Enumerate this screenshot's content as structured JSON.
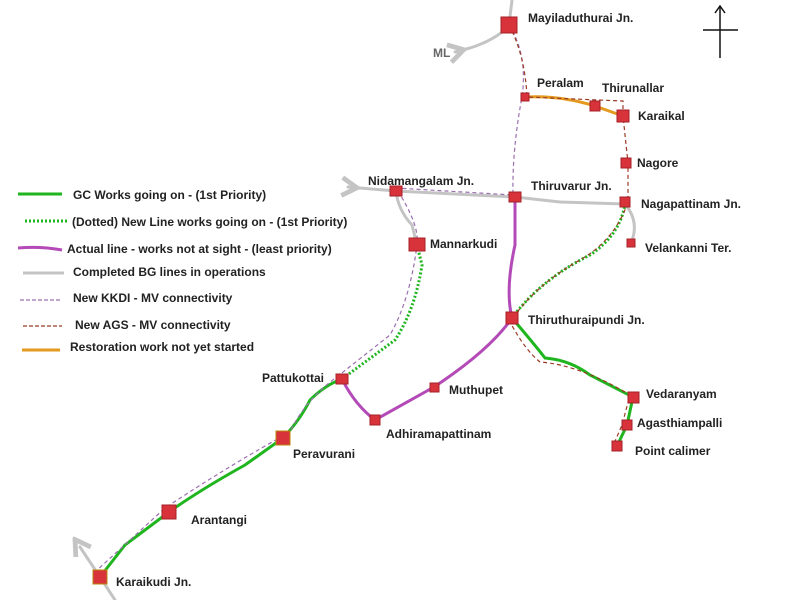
{
  "colors": {
    "gc_works": "#1fb51f",
    "new_line": "#1fb51f",
    "actual_line": "#b44ab8",
    "completed_bg": "#c4c4c4",
    "kkdi_mv": "#9b6fb0",
    "ags_mv": "#9a3b25",
    "restoration": "#e39a1e",
    "station": "#d8333b"
  },
  "legend": [
    {
      "label": "GC Works going on - (1st Priority)",
      "style": "solid-green"
    },
    {
      "label": "(Dotted) New Line works going on - (1st Priority)",
      "style": "dotted-green"
    },
    {
      "label": "Actual line - works not at sight - (least priority)",
      "style": "solid-purple"
    },
    {
      "label": "Completed BG lines in operations",
      "style": "solid-gray"
    },
    {
      "label": "New KKDI - MV connectivity",
      "style": "dashed-purple"
    },
    {
      "label": "New AGS - MV connectivity",
      "style": "dashed-brown"
    },
    {
      "label": "Restoration work not yet started",
      "style": "solid-orange"
    }
  ],
  "ml_label": "ML",
  "stations": {
    "mayiladuthurai": "Mayiladuthurai Jn.",
    "peralam": "Peralam",
    "thirunallar": "Thirunallar",
    "karaikal": "Karaikal",
    "nagore": "Nagore",
    "nagapattinam": "Nagapattinam Jn.",
    "velankanni": "Velankanni Ter.",
    "thiruvarur": "Thiruvarur Jn.",
    "nidamangalam": "Nidamangalam Jn.",
    "mannarkudi": "Mannarkudi",
    "thiruthuraipundi": "Thiruthuraipundi Jn.",
    "muthupet": "Muthupet",
    "adhiramapattinam": "Adhiramapattinam",
    "pattukottai": "Pattukottai",
    "peravurani": "Peravurani",
    "arantangi": "Arantangi",
    "karaikudi": "Karaikudi Jn.",
    "vedaranyam": "Vedaranyam",
    "agasthiampalli": "Agasthiampalli",
    "point_calimer": "Point calimer"
  }
}
